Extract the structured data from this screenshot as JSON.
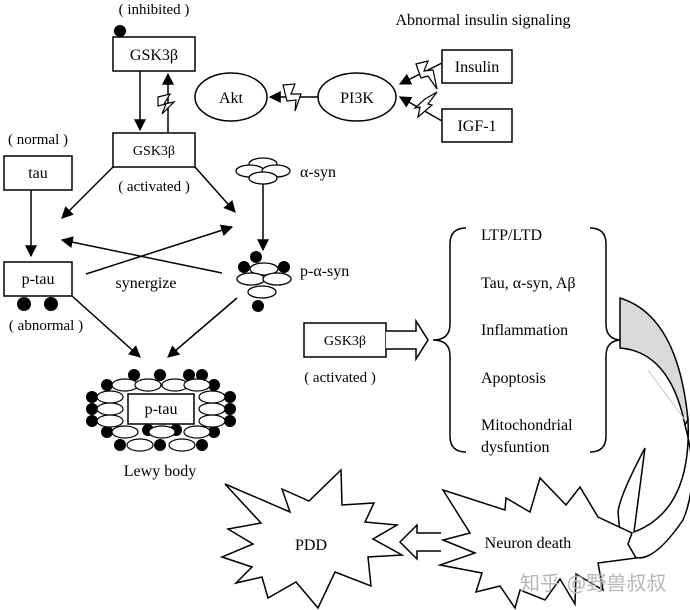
{
  "diagram": {
    "title": "Abnormal insulin signaling",
    "colors": {
      "stroke": "#000000",
      "phospho_dot": "#000000",
      "curved_arrow_fill": "#d9d9d9",
      "watermark": "#b8b8b8"
    },
    "nodes": {
      "gsk3b_inhibited": {
        "label": "GSK3β",
        "state": "( inhibited )"
      },
      "gsk3b_activated": {
        "label": "GSK3β",
        "state": "( activated )"
      },
      "akt": {
        "label": "Akt"
      },
      "pi3k": {
        "label": "PI3K"
      },
      "insulin": {
        "label": "Insulin"
      },
      "igf1": {
        "label": "IGF-1"
      },
      "tau": {
        "label": "tau",
        "state": "( normal )"
      },
      "ptau": {
        "label": "p-tau",
        "state": "( abnormal )"
      },
      "asyn": {
        "label": "α-syn"
      },
      "pasyn": {
        "label": "p-α-syn"
      },
      "synergize": {
        "label": "synergize"
      },
      "lewy_body": {
        "label": "Lewy body",
        "core_label": "p-tau"
      },
      "gsk3b_effect": {
        "label": "GSK3β",
        "state": "( activated )"
      },
      "pdd": {
        "label": "PDD"
      },
      "neuron_death": {
        "label": "Neuron death"
      }
    },
    "effects": [
      "LTP/LTD",
      "Tau, α-syn, Aβ",
      "Inflammation",
      "Apoptosis",
      "Mitochondrial",
      "dysfuntion"
    ],
    "watermark": "知乎 @野兽叔叔"
  }
}
